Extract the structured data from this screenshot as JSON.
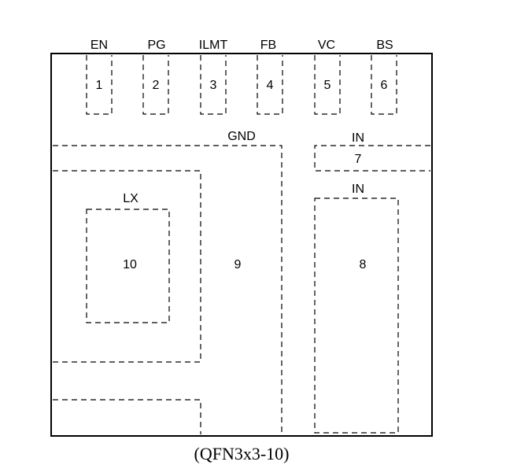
{
  "top_pins": [
    {
      "name": "EN",
      "number": "1"
    },
    {
      "name": "PG",
      "number": "2"
    },
    {
      "name": "ILMT",
      "number": "3"
    },
    {
      "name": "FB",
      "number": "4"
    },
    {
      "name": "VC",
      "number": "5"
    },
    {
      "name": "BS",
      "number": "6"
    }
  ],
  "pads": {
    "gnd": {
      "name": "GND",
      "number": "9"
    },
    "in_top": {
      "name": "IN",
      "number": "7"
    },
    "in_bottom": {
      "name": "IN",
      "number": "8"
    },
    "lx": {
      "name": "LX",
      "number": "10"
    }
  },
  "caption": "(QFN3x3-10)"
}
